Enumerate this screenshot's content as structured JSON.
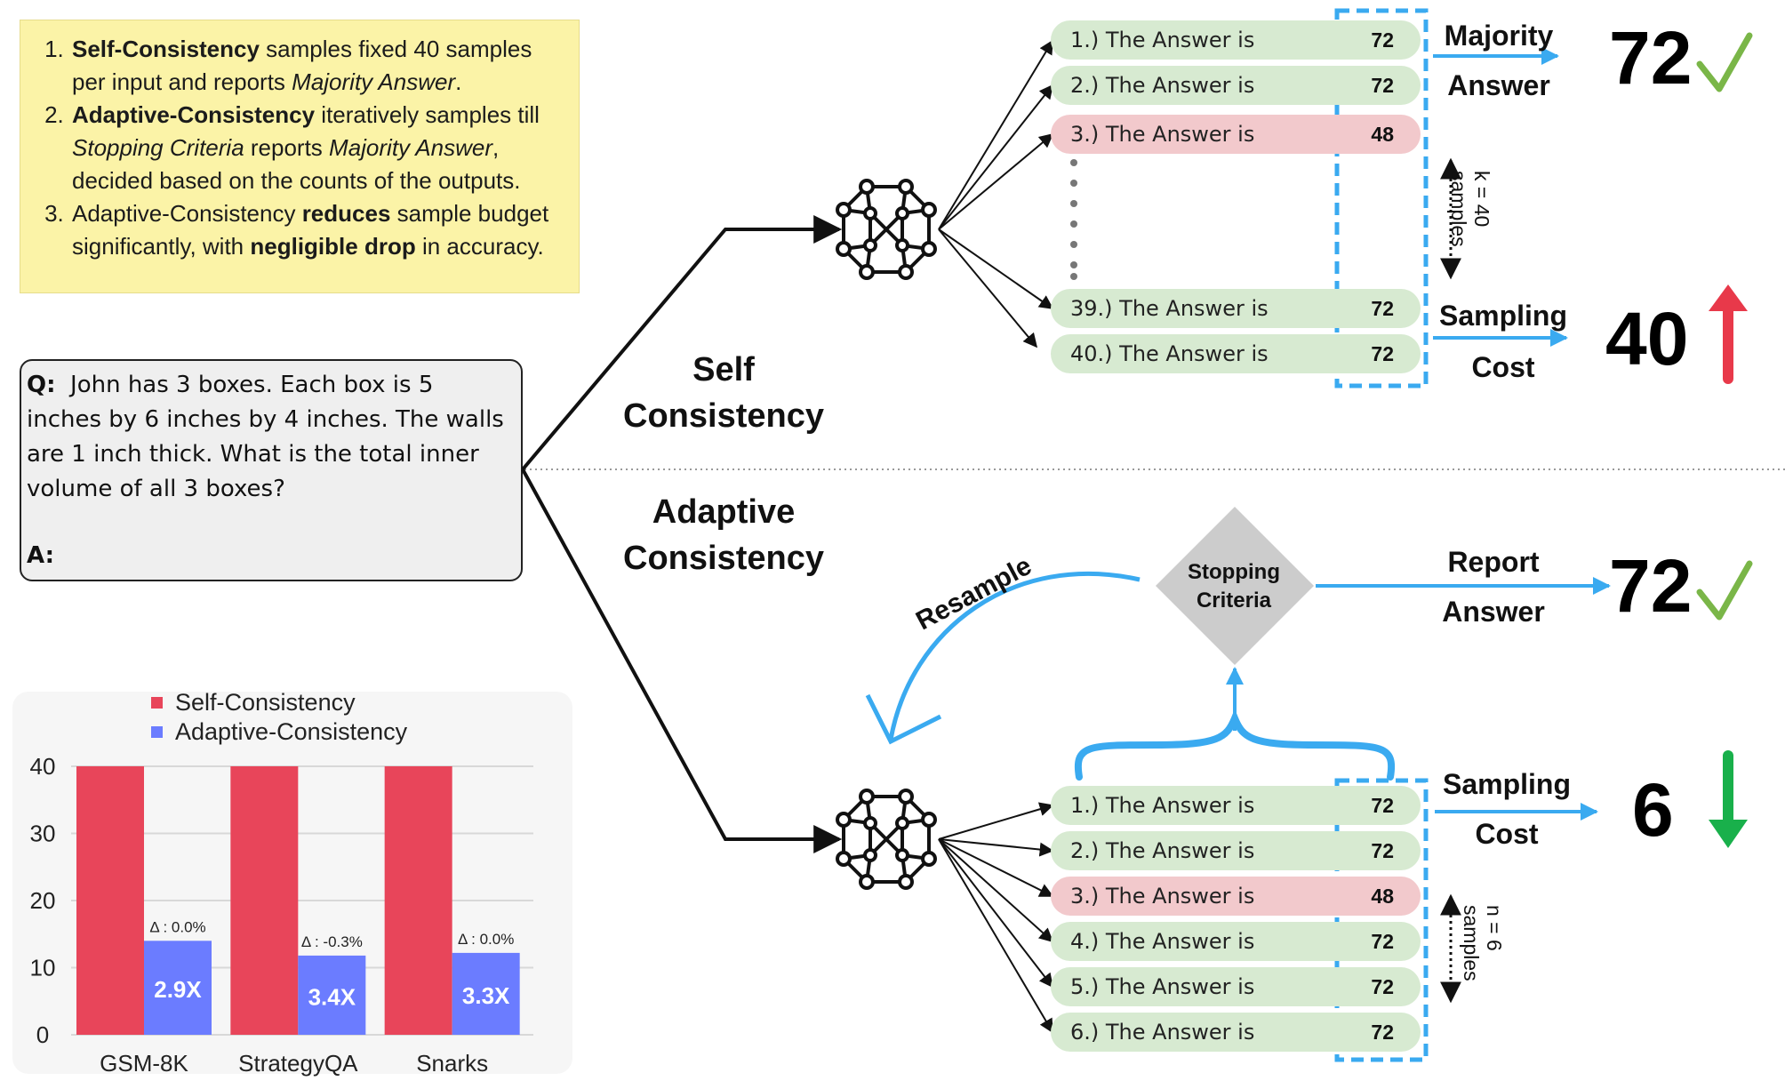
{
  "notes": {
    "items": [
      {
        "b1": "Self-Consistency",
        "t1": " samples fixed 40 samples per input and reports ",
        "i1": "Majority Answer",
        "t2": "."
      },
      {
        "b1": "Adaptive-Consistency",
        "t1": " iteratively samples till ",
        "i1": "Stopping Criteria",
        "t2": " reports ",
        "i2": "Majority Answer",
        "t3": ", decided based on the counts of the outputs."
      },
      {
        "t0": "Adaptive-Consistency ",
        "b1": "reduces",
        "t1": " sample budget significantly, with ",
        "b2": "negligible drop",
        "t2": " in accuracy."
      }
    ]
  },
  "question": {
    "q_label": "Q:",
    "text": "John has 3 boxes.  Each box is 5 inches by 6 inches by 4 inches.  The walls are 1 inch thick.  What is the total inner volume of all 3 boxes?",
    "a_label": "A:"
  },
  "sections": {
    "self": {
      "line1": "Self",
      "line2": "Consistency"
    },
    "adaptive": {
      "line1": "Adaptive",
      "line2": "Consistency"
    }
  },
  "self_samples": [
    {
      "label": "1.) The Answer is",
      "value": "72",
      "correct": true
    },
    {
      "label": "2.) The Answer is",
      "value": "72",
      "correct": true
    },
    {
      "label": "3.) The Answer is",
      "value": "48",
      "correct": false
    },
    {
      "label": "39.) The Answer is",
      "value": "72",
      "correct": true
    },
    {
      "label": "40.) The Answer is",
      "value": "72",
      "correct": true
    }
  ],
  "adaptive_samples": [
    {
      "label": "1.) The Answer is",
      "value": "72",
      "correct": true
    },
    {
      "label": "2.) The Answer is",
      "value": "72",
      "correct": true
    },
    {
      "label": "3.) The Answer is",
      "value": "48",
      "correct": false
    },
    {
      "label": "4.) The Answer is",
      "value": "72",
      "correct": true
    },
    {
      "label": "5.) The Answer is",
      "value": "72",
      "correct": true
    },
    {
      "label": "6.) The Answer is",
      "value": "72",
      "correct": true
    }
  ],
  "self_k": {
    "line1": "k = 40",
    "line2": "samples"
  },
  "adaptive_n": {
    "line1": "n = 6",
    "line2": "samples"
  },
  "results": {
    "majority": {
      "line1": "Majority",
      "line2": "Answer",
      "value": "72"
    },
    "self_cost": {
      "line1": "Sampling",
      "line2": "Cost",
      "value": "40"
    },
    "report": {
      "line1": "Report",
      "line2": "Answer",
      "value": "72"
    },
    "adaptive_cost": {
      "line1": "Sampling",
      "line2": "Cost",
      "value": "6"
    }
  },
  "stopping": {
    "line1": "Stopping",
    "line2": "Criteria"
  },
  "resample_label": "Resample",
  "colors": {
    "accent_blue": "#3aaaf0",
    "correct_green": "#d7ead1",
    "wrong_pink": "#f2c9cc",
    "check_green": "#7ab648",
    "up_red": "#e8394a",
    "down_green": "#19b04b",
    "diamond_gray": "#cccccc",
    "self_bar": "#e8455a",
    "adaptive_bar": "#6b7cff"
  },
  "icons": [
    "neural-network-icon",
    "check-icon",
    "arrow-up-icon",
    "arrow-down-icon"
  ],
  "chart_data": {
    "type": "bar",
    "categories": [
      "GSM-8K",
      "StrategyQA",
      "Snarks"
    ],
    "series": [
      {
        "name": "Self-Consistency",
        "values": [
          40,
          40,
          40
        ]
      },
      {
        "name": "Adaptive-Consistency",
        "values": [
          14,
          11.8,
          12.2
        ]
      }
    ],
    "bar_labels": [
      "2.9X",
      "3.4X",
      "3.3X"
    ],
    "delta_labels": [
      "Δ : 0.0%",
      "Δ : -0.3%",
      "Δ : 0.0%"
    ],
    "yticks": [
      0,
      10,
      20,
      30,
      40
    ],
    "ylim": [
      0,
      40
    ],
    "grid": true,
    "legend_position": "top"
  }
}
